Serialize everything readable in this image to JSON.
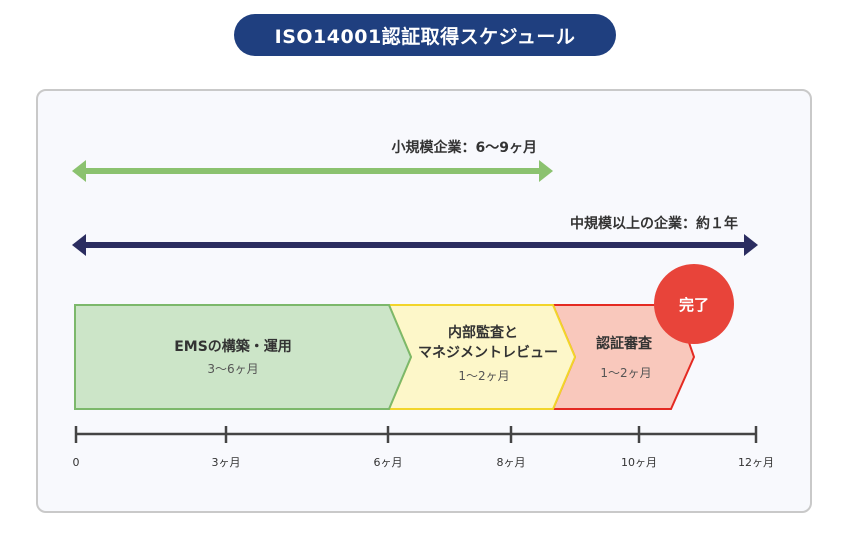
{
  "title": "ISO14001認証取得スケジュール",
  "arrows": [
    {
      "label": "小規模企業：6〜9ヶ月",
      "color": "#8bc26f"
    },
    {
      "label": "中規模以上の企業：約１年",
      "color": "#2b2d60"
    }
  ],
  "phases": [
    {
      "title": [
        "EMSの構築・運用"
      ],
      "duration": "3〜6ヶ月",
      "fill": "#cce5c8",
      "stroke": "#7cb86b"
    },
    {
      "title": [
        "内部監査と",
        "マネジメントレビュー"
      ],
      "duration": "1〜2ヶ月",
      "fill": "#fdf7c9",
      "stroke": "#f2d52a"
    },
    {
      "title": [
        "認証審査"
      ],
      "duration": "1〜2ヶ月",
      "fill": "#f9c8bc",
      "stroke": "#e42a22"
    }
  ],
  "badge": {
    "label": "完了",
    "color": "#e8443a"
  },
  "timeline": {
    "ticks": [
      {
        "label": "0"
      },
      {
        "label": "3ヶ月"
      },
      {
        "label": "6ヶ月"
      },
      {
        "label": "8ヶ月"
      },
      {
        "label": "10ヶ月"
      },
      {
        "label": "12ヶ月"
      }
    ]
  }
}
